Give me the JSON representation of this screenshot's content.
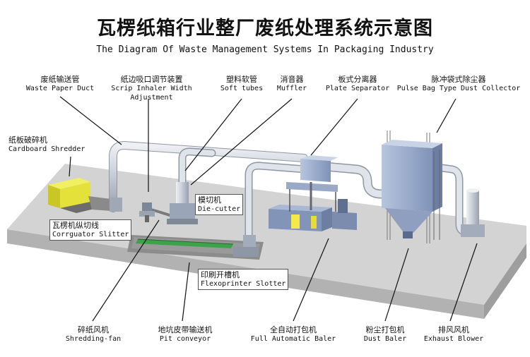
{
  "title_cn": "瓦楞纸箱行业整厂废纸处理系统示意图",
  "title_en": "The Diagram Of Waste Management Systems In Packaging Industry",
  "labels": {
    "waste_paper_duct": {
      "cn": "废纸输送管",
      "en": "Waste Paper Duct"
    },
    "scrip_inhaler": {
      "cn": "纸边吸口调节装置",
      "en": "Scrip Inhaler Width Adjustment"
    },
    "soft_tubes": {
      "cn": "塑料软管",
      "en": "Soft tubes"
    },
    "muffler": {
      "cn": "消音器",
      "en": "Muffler"
    },
    "plate_separator": {
      "cn": "板式分离器",
      "en": "Plate Separator"
    },
    "dust_collector": {
      "cn": "脉冲袋式除尘器",
      "en": "Pulse Bag Type Dust Collector"
    },
    "cardboard_shredder": {
      "cn": "纸板破碎机",
      "en": "Cardboard Shredder"
    },
    "die_cutter": {
      "cn": "模切机",
      "en": "Die-cutter"
    },
    "corrugator_slitter": {
      "cn": "瓦楞机纵切线",
      "en": "Corrguator Slitter"
    },
    "flexoprinter_slotter": {
      "cn": "印刷开槽机",
      "en": "Flexoprinter Slotter"
    },
    "shredding_fan": {
      "cn": "碎纸风机",
      "en": "Shredding-fan"
    },
    "pit_conveyor": {
      "cn": "地坑皮带输送机",
      "en": "Pit conveyor"
    },
    "full_auto_baler": {
      "cn": "全自动打包机",
      "en": "Full Automatic Baler"
    },
    "dust_baler": {
      "cn": "粉尘打包机",
      "en": "Dust Baler"
    },
    "exhaust_blower": {
      "cn": "排风风机",
      "en": "Exhaust Blower"
    }
  },
  "colors": {
    "floor_top": "#d5d5d5",
    "floor_front": "#b5b5b5",
    "pipe": "#c6ccd6",
    "machine_blue": "#8ea2c4",
    "shredder_yellow": "#e4e23a",
    "belt_green": "#3da24a"
  }
}
